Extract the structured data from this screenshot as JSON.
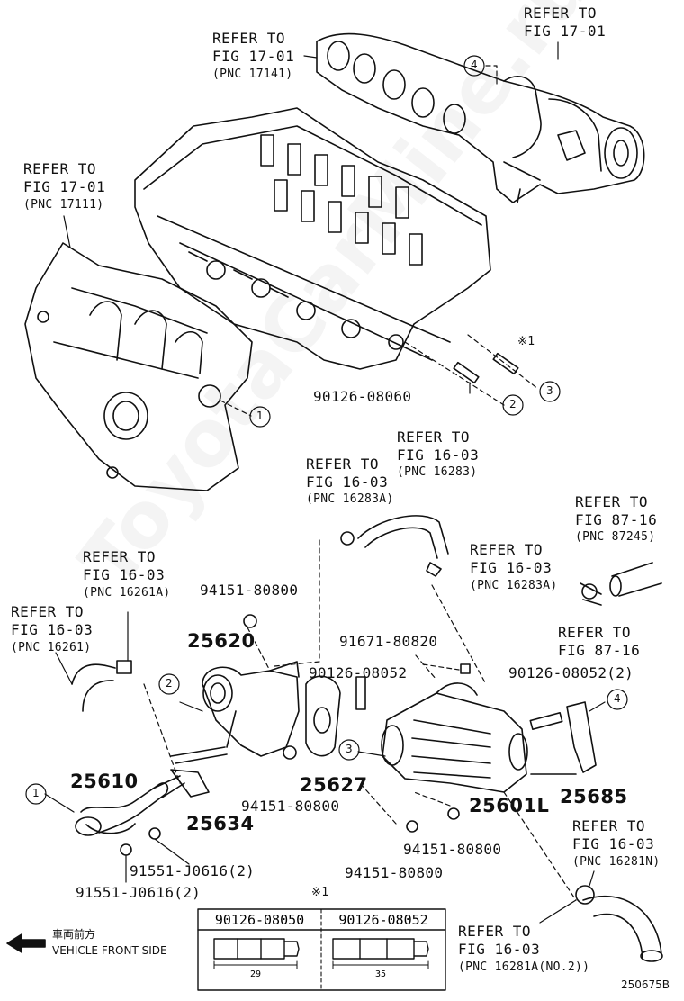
{
  "watermark": "ToyotaCarMine.ru",
  "refs": {
    "r1": {
      "refer": "REFER TO",
      "fig": "FIG 17-01",
      "pnc": "(PNC 17141)"
    },
    "r2": {
      "refer": "REFER TO",
      "fig": "FIG 17-01"
    },
    "r3": {
      "refer": "REFER TO",
      "fig": "FIG 17-01",
      "pnc": "(PNC 17111)"
    },
    "r4": {
      "refer": "REFER TO",
      "fig": "FIG 16-03",
      "pnc": "(PNC 16283)"
    },
    "r5": {
      "refer": "REFER TO",
      "fig": "FIG 16-03",
      "pnc": "(PNC 16283A)"
    },
    "r6": {
      "refer": "REFER TO",
      "fig": "FIG 87-16",
      "pnc": "(PNC 87245)"
    },
    "r7": {
      "refer": "REFER TO",
      "fig": "FIG 16-03",
      "pnc": "(PNC 16261A)"
    },
    "r8": {
      "refer": "REFER TO",
      "fig": "FIG 16-03",
      "pnc": "(PNC 16283A)"
    },
    "r9": {
      "refer": "REFER TO",
      "fig": "FIG 16-03",
      "pnc": "(PNC 16261)"
    },
    "r10": {
      "refer": "REFER TO",
      "fig": "FIG 87-16"
    },
    "r11": {
      "refer": "REFER TO",
      "fig": "FIG 16-03",
      "pnc": "(PNC 16281N)"
    },
    "r12": {
      "refer": "REFER TO",
      "fig": "FIG 16-03",
      "pnc": "(PNC 16281A(NO.2))"
    }
  },
  "parts": {
    "p_90126_08060": "90126-08060",
    "p_94151_80800_a": "94151-80800",
    "p_25620": "25620",
    "p_91671_80820": "91671-80820",
    "p_90126_08052": "90126-08052",
    "p_90126_08052_2": "90126-08052(2)",
    "p_25627": "25627",
    "p_94151_80800_b": "94151-80800",
    "p_25601L": "25601L",
    "p_25685": "25685",
    "p_25610": "25610",
    "p_25634": "25634",
    "p_94151_80800_c": "94151-80800",
    "p_94151_80800_d": "94151-80800",
    "p_91551_j0616_2a": "91551-J0616(2)",
    "p_91551_j0616_2b": "91551-J0616(2)"
  },
  "callouts": {
    "c1": "1",
    "c2": "2",
    "c3": "3",
    "c4": "4"
  },
  "note_mark": "※1",
  "stud_table": {
    "mark": "※1",
    "col1_part": "90126-08050",
    "col1_length": "29",
    "col2_part": "90126-08052",
    "col2_length": "35"
  },
  "front_side": {
    "jp": "車両前方",
    "en": "VEHICLE FRONT SIDE"
  },
  "illustration_number": "250675B"
}
